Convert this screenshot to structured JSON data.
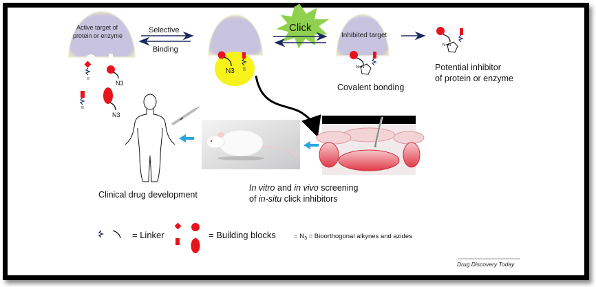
{
  "figure": {
    "source_credit": "Drug Discovery Today",
    "top_row": {
      "active_target_label_line1": "Active target of",
      "active_target_label_line2": "protein or enzyme",
      "selective_label": "Selective",
      "binding_label": "Binding",
      "azide_label": "N3",
      "click_label": "Click",
      "inhibited_target_label": "Inhibited target",
      "covalent_bonding_label": "Covalent bonding",
      "potential_inhibitor_line1": "Potential inhibitor",
      "potential_inhibitor_line2": "of protein or enzyme"
    },
    "building_blocks_column": {
      "azide_label_1": "N3",
      "azide_label_2": "N3"
    },
    "middle_row": {
      "clinical_label": "Clinical drug development",
      "screening_line1_part1": "In vitro",
      "screening_line1_part2": " and ",
      "screening_line1_part3": "in vivo",
      "screening_line1_part4": " screening",
      "screening_line2_part1": "of ",
      "screening_line2_part2": "in-situ",
      "screening_line2_part3": " click inhibitors"
    },
    "legend": {
      "linker_label": "= Linker",
      "building_blocks_label": "= Building blocks",
      "bioorthogonal_prefix": "= N",
      "bioorthogonal_sub": "3",
      "bioorthogonal_label": " = Bioorthogonal alkynes and azides"
    },
    "colors": {
      "target_purple": "#c8c3df",
      "block_red": "#e8141c",
      "click_green": "#8fd14f",
      "highlight_yellow": "#f7f21a",
      "arrow_navy": "#1a2a5e",
      "cyan_arrow": "#2aa7e0",
      "linker_navy": "#1d2d6b"
    }
  }
}
